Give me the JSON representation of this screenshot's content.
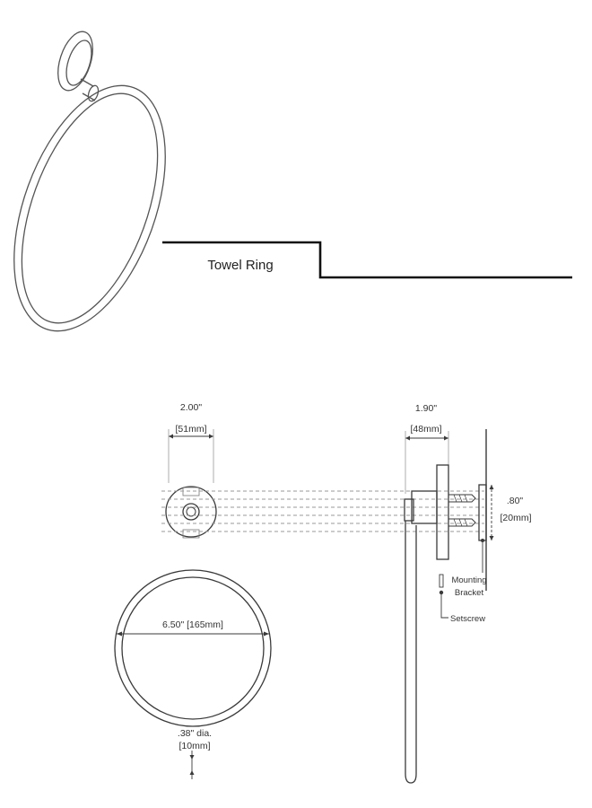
{
  "title": "Towel Ring",
  "dimensions": {
    "plate_width": "2.00\"",
    "plate_width_mm": "[51mm]",
    "projection": "1.90\"",
    "projection_mm": "[48mm]",
    "bracket": ".80\"",
    "bracket_mm": "[20mm]",
    "ring_diameter": "6.50\" [165mm]",
    "rod_diameter": ".38\" dia.",
    "rod_diameter_mm": "[10mm]"
  },
  "callouts": {
    "mounting_line1": "Mounting",
    "mounting_line2": "Bracket",
    "setscrew": "Setscrew"
  },
  "colors": {
    "line": "#3a3a3a",
    "dashed": "#9a9a9a",
    "text": "#333333"
  }
}
